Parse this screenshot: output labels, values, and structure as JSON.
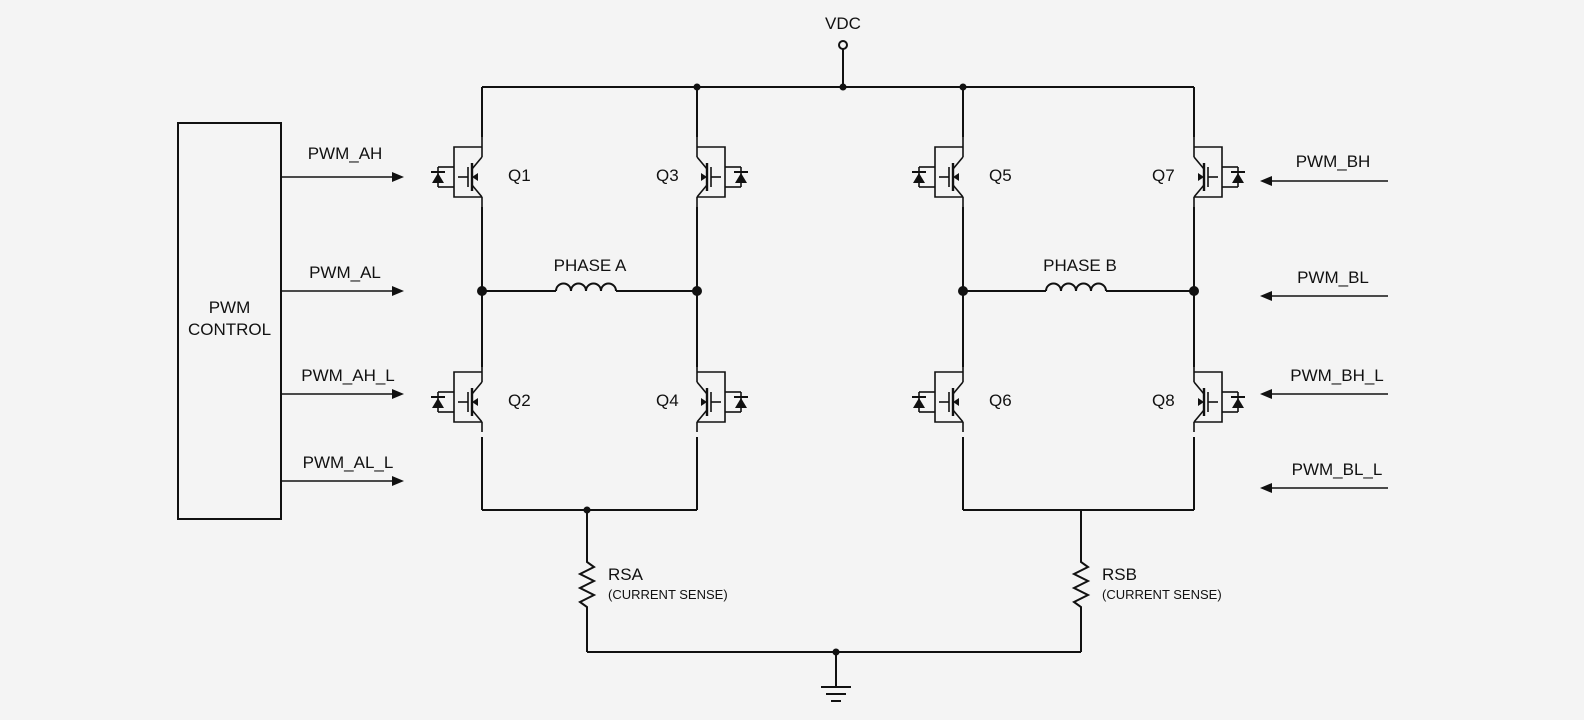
{
  "supply": {
    "label": "VDC"
  },
  "controller": {
    "line1": "PWM",
    "line2": "CONTROL"
  },
  "left_signals": [
    "PWM_AH",
    "PWM_AL",
    "PWM_AH_L",
    "PWM_AL_L"
  ],
  "right_signals": [
    "PWM_BH",
    "PWM_BL",
    "PWM_BH_L",
    "PWM_BL_L"
  ],
  "transistors": [
    "Q1",
    "Q2",
    "Q3",
    "Q4",
    "Q5",
    "Q6",
    "Q7",
    "Q8"
  ],
  "phases": [
    "PHASE A",
    "PHASE B"
  ],
  "sense_resistors": [
    {
      "name": "RSA",
      "note": "(CURRENT SENSE)"
    },
    {
      "name": "RSB",
      "note": "(CURRENT SENSE)"
    }
  ],
  "colors": {
    "background": "#f4f4f4",
    "ink": "#111111"
  }
}
